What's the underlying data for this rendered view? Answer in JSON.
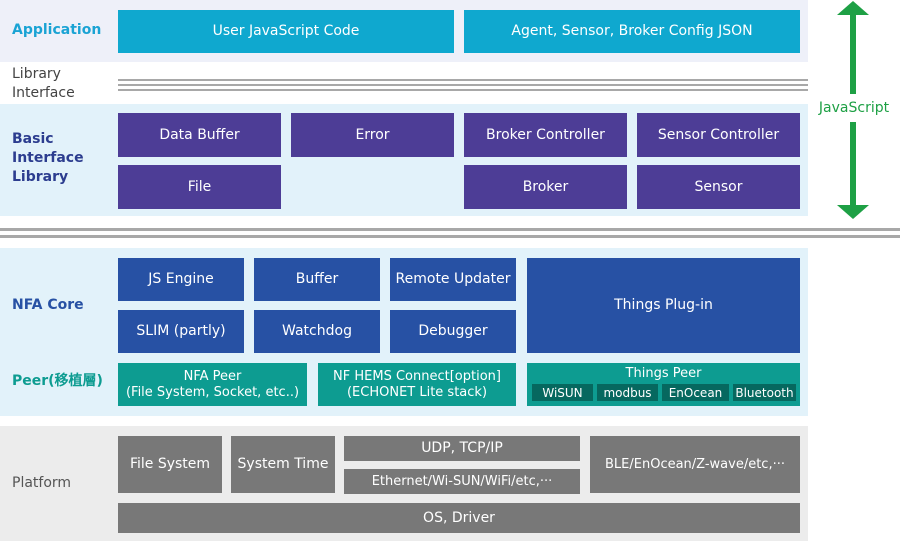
{
  "application": {
    "label": "Application",
    "user_js": "User JavaScript Code",
    "config_json": "Agent, Sensor, Broker Config JSON"
  },
  "library_interface": {
    "label": "Library\nInterface"
  },
  "basic_interface": {
    "label": "Basic\nInterface\nLibrary",
    "data_buffer": "Data Buffer",
    "error": "Error",
    "broker_controller": "Broker Controller",
    "sensor_controller": "Sensor Controller",
    "file": "File",
    "broker": "Broker",
    "sensor": "Sensor"
  },
  "javascript_arrow": {
    "label": "JavaScript"
  },
  "nfa_core": {
    "label": "NFA Core",
    "js_engine": "JS Engine",
    "buffer": "Buffer",
    "remote_updater": "Remote Updater",
    "slim": "SLIM (partly)",
    "watchdog": "Watchdog",
    "debugger": "Debugger",
    "things_plugin": "Things Plug-in"
  },
  "peer": {
    "label": "Peer(移植層)",
    "nfa_peer": "NFA Peer\n(File System, Socket, etc..)",
    "nf_hems": "NF HEMS Connect[option]\n(ECHONET Lite stack)",
    "things_peer": "Things Peer",
    "protocols": [
      "WiSUN",
      "modbus",
      "EnOcean",
      "Bluetooth"
    ]
  },
  "platform": {
    "label": "Platform",
    "file_system": "File System",
    "system_time": "System Time",
    "udp_tcp": "UDP, TCP/IP",
    "ethernet": "Ethernet/Wi-SUN/WiFi/etc,···",
    "ble": "BLE/EnOcean/Z-wave/etc,···",
    "os_driver": "OS, Driver"
  },
  "colors": {
    "application_label": "#1aa3d4",
    "basic_label": "#2c3d8f",
    "nfa_core_label": "#2751a4",
    "peer_label": "#0d9c91",
    "platform_label": "#555555",
    "arrow": "#1ea045"
  }
}
